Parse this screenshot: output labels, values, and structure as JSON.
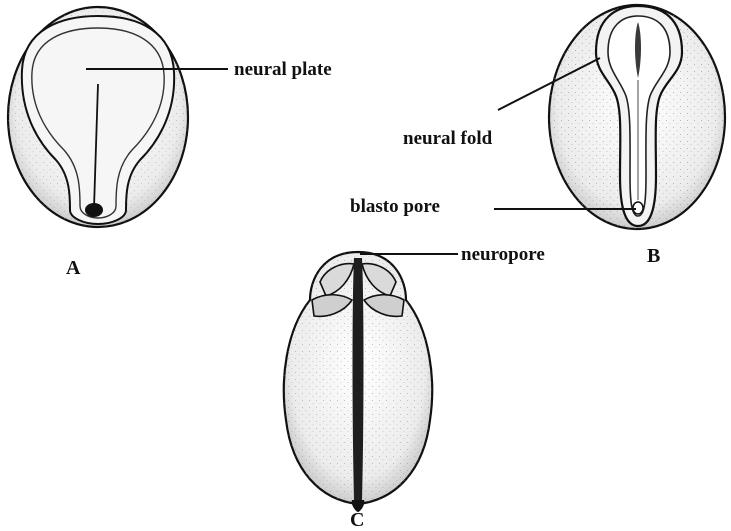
{
  "colors": {
    "ink": "#111111",
    "embryo_fill": "#e9e9e9",
    "stipple": "#8a8a8a",
    "groove": "#2a2a2a"
  },
  "labels": {
    "neural_plate": "neural plate",
    "neural_fold": "neural fold",
    "blasto_pore": "blasto pore",
    "neuropore": "neuropore"
  },
  "panels": {
    "a": "A",
    "b": "B",
    "c": "C"
  }
}
